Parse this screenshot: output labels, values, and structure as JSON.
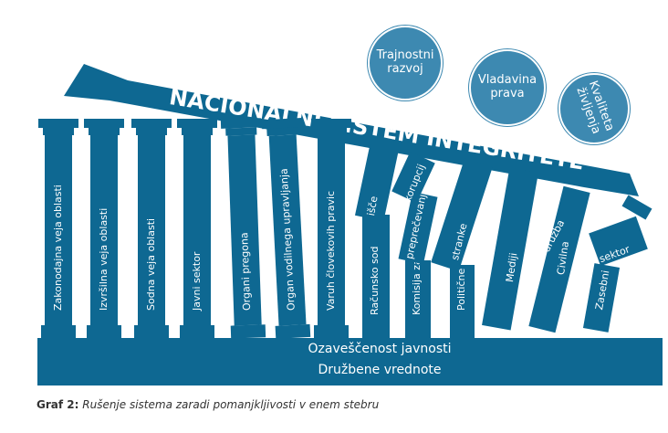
{
  "banner": {
    "title": "NACIONALNI SISTEM INTEGRITETE"
  },
  "circles": [
    {
      "line1": "Trajnostni",
      "line2": "razvoj"
    },
    {
      "line1": "Vladavina",
      "line2": "prava"
    },
    {
      "line1": "Kvaliteta",
      "line2": "življenja"
    }
  ],
  "pillars_standing": [
    "Zakonodajna veja oblasti",
    "Izvršilna veja oblasti",
    "Sodna veja oblasti",
    "Javni sektor",
    "Organi pregona",
    "Organ vodilnega upravljanja",
    "Varuh človekovih pravic"
  ],
  "pillars_broken": [
    {
      "lower": "Računsko sod",
      "upper": "išče"
    },
    {
      "lower": "Komisija za",
      "middle": "preprečevanje",
      "upper": "korupcij"
    },
    {
      "lower": "Politične",
      "upper": "stranke"
    },
    {
      "lower": "Mediji"
    },
    {
      "lower": "Civilna",
      "upper": "družba"
    },
    {
      "lower": "Zasebni",
      "upper": "sektor"
    }
  ],
  "base": {
    "line1": "Ozaveščenost javnosti",
    "line2": "Družbene vrednote"
  },
  "caption": {
    "label": "Graf 2:",
    "text": "Rušenje sistema zaradi pomanjkljivosti v enem stebru"
  },
  "colors": {
    "pillar": "#0e6892",
    "circle": "#3d89b1"
  }
}
